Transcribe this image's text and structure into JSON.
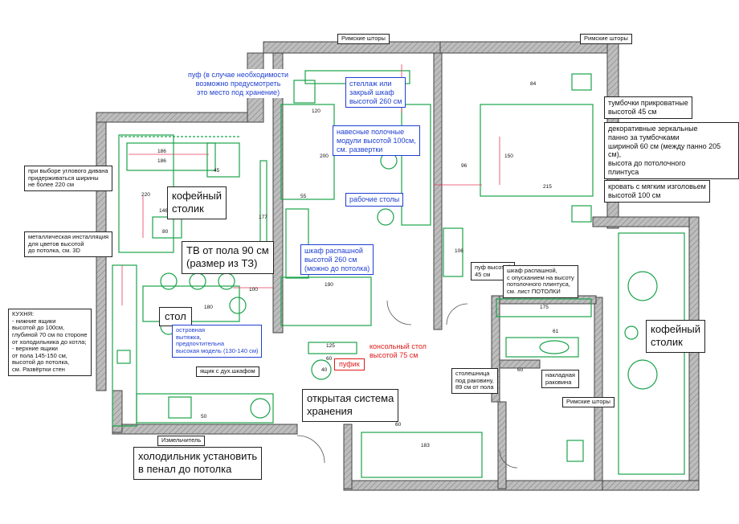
{
  "colors": {
    "walls": "#555555",
    "wall_fill": "#a7a7a7",
    "furniture": "#1aa34a",
    "dimensions": "#e83a5a",
    "blue_notes": "#1f3fd1",
    "red_notes": "#e11919"
  },
  "notes": {
    "roman_top": "Римские шторы",
    "roman_top_right": "Римские шторы",
    "roman_bath": "Римские шторы",
    "pouf_storage": "пуф (в случае необходимости\nвозможно предусмотреть\nэто место под хранение)",
    "shelving": "стеллаж или\nзакрый шкаф\nвысотой 260 см",
    "shelf_modules": "навесные полочные\nмодули высотой 100см,\nсм. развертки",
    "work_tables": "рабочие столы",
    "wardrobe_swing": "шкаф распашной\nвысотой 260 см\n(можно до потолка)",
    "console_table": "консольный стол\nвысотой 75 см",
    "pouf_small": "пуфик",
    "corner_sofa": "при выборе углового дивана\nпридерживаться ширины\nне более 220 см",
    "coffee_table_left": "кофейный\nстолик",
    "metal_install": "металлическая инсталляция\nдля цветов высотой\nдо потолка, см. 3D",
    "tv": "ТВ от пола 90 см\n(размер из ТЗ)",
    "kitchen": "КУХНЯ:\n- нижние ящики\nвысотой до 100см,\nглубиной 70 см по стороне\nот холодильника до котла;\n- верхние ящики\nот пола 145-150 см,\nвысотой до потолка,\nсм. Развёртки стен",
    "table": "стол",
    "island_hood": "островная\nвытяжка,\nпредпочтительна\nвысокая модель (130-140 см)",
    "duct_box": "ящик с дух.шкафом",
    "grinder": "Измельчитель",
    "open_storage": "открытая система\nхранения",
    "fridge": "холодильник установить\nв пенал до потолка",
    "nightstands": "тумбочки прикроватные\nвысотой 45 см",
    "mirror_panels": "декоративные зеркальные\nпанно за тумбочками\nшириной 60 см (между панно 205 см),\nвысота до потолочного\nплинтуса",
    "bed": "кровать с мягким изголовьем\nвысотой 100 см",
    "pouf_45": "пуф высотой\n45 см",
    "wardrobe_lift": "шкаф распашной,\nс опусканием на высоту\nпотолочного плинтуса,\nсм. лист ПОТОЛКИ",
    "coffee_table_right": "кофейный\nстолик",
    "countertop": "столешница\nпод раковину,\n89 см от пола",
    "overhead_sink": "накладная\nраковина"
  },
  "dims": {
    "d186a": "186",
    "d186b": "186",
    "d45": "45",
    "d146": "146",
    "d80": "80",
    "d177": "177",
    "d180": "180",
    "d100": "100",
    "d220": "220",
    "d120": "120",
    "d200": "200",
    "d190": "190",
    "d125": "125",
    "d60a": "60",
    "d96": "96",
    "d150": "150",
    "d215": "215",
    "d84": "84",
    "d106": "106",
    "d175": "175",
    "d61": "61",
    "d183": "183",
    "d40": "40",
    "d60b": "60",
    "d60c": "60",
    "d50": "50",
    "d55": "55"
  }
}
